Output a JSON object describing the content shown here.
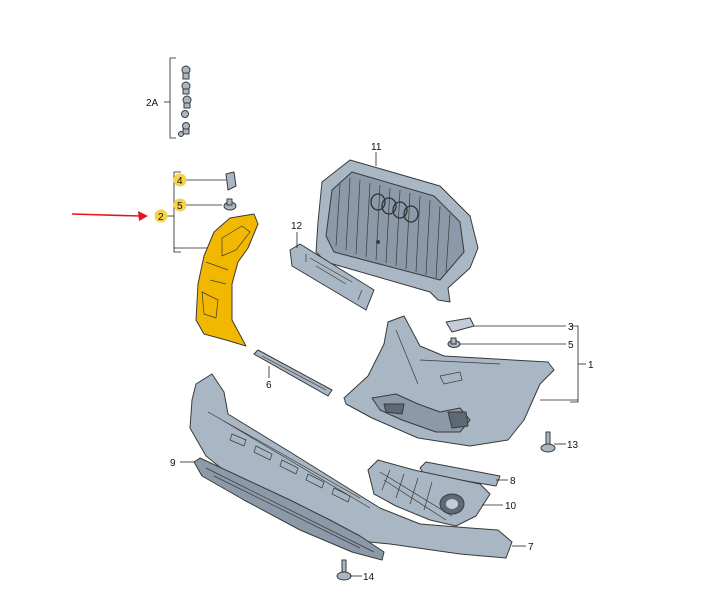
{
  "colors": {
    "part_fill": "#a9b6c3",
    "part_shadow": "#7f8e9d",
    "part_dark": "#5d6a76",
    "highlight_part": "#f2b800",
    "highlight_badge": "#f6d24a",
    "arrow": "#e4161b"
  },
  "callouts": {
    "c2a": "2A",
    "c11": "11",
    "c4": "4",
    "c5_left": "5",
    "c2": "2",
    "c12": "12",
    "c3": "3",
    "c5_right": "5",
    "c1": "1",
    "c6": "6",
    "c13": "13",
    "c9": "9",
    "c8": "8",
    "c10": "10",
    "c7": "7",
    "c14": "14"
  }
}
